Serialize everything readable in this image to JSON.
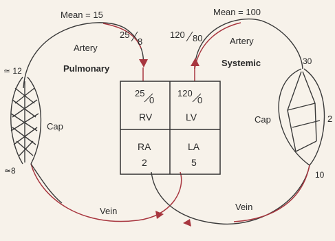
{
  "pulmonary": {
    "title": "Pulmonary",
    "artery_label": "Artery",
    "mean_label": "Mean = 15",
    "artery_pressure_top": "25",
    "artery_pressure_bottom": "8",
    "cap_label": "Cap",
    "cap_in_pressure": "≃ 12",
    "cap_out_pressure": "≃8",
    "vein_label": "Vein"
  },
  "systemic": {
    "title": "Systemic",
    "artery_label": "Artery",
    "mean_label": "Mean = 100",
    "artery_pressure_top": "120",
    "artery_pressure_bottom": "80",
    "cap_label": "Cap",
    "cap_in_pressure": "30",
    "cap_mid_pressure": "2",
    "cap_out_pressure": "10",
    "vein_label": "Vein"
  },
  "heart": {
    "rv": {
      "top": "25",
      "bottom": "0",
      "label": "RV"
    },
    "lv": {
      "top": "120",
      "bottom": "0",
      "label": "LV"
    },
    "ra": {
      "label": "RA",
      "value": "2"
    },
    "la": {
      "label": "LA",
      "value": "5"
    }
  },
  "colors": {
    "vessel": "#a8363f",
    "line": "#3a3a3a",
    "background": "#f7f2ea"
  }
}
